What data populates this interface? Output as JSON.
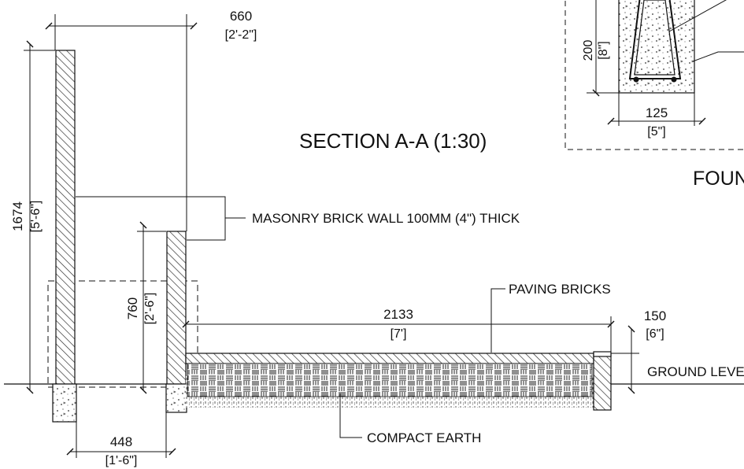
{
  "section_title": "SECTION A-A (1:30)",
  "detail_title_partial": "FOUN",
  "labels": {
    "wall": "MASONRY BRICK WALL 100MM (4\") THICK",
    "paving": "PAVING BRICKS",
    "earth": "COMPACT EARTH",
    "ground": "GROUND LEVEL"
  },
  "dimensions": {
    "wall_spacing": {
      "metric": "660",
      "imperial": "[2'-2\"]"
    },
    "tall_wall_height": {
      "metric": "1674",
      "imperial": "[5'-6\"]"
    },
    "short_wall_height": {
      "metric": "760",
      "imperial": "[2'-6\"]"
    },
    "paving_length": {
      "metric": "2133",
      "imperial": "[7']"
    },
    "curb_height": {
      "metric": "150",
      "imperial": "[6\"]"
    },
    "footing_spacing": {
      "metric": "448",
      "imperial": "[1'-6\"]"
    },
    "detail_height": {
      "metric": "200",
      "imperial": "[8\"]"
    },
    "detail_width": {
      "metric": "125",
      "imperial": "[5\"]"
    }
  }
}
